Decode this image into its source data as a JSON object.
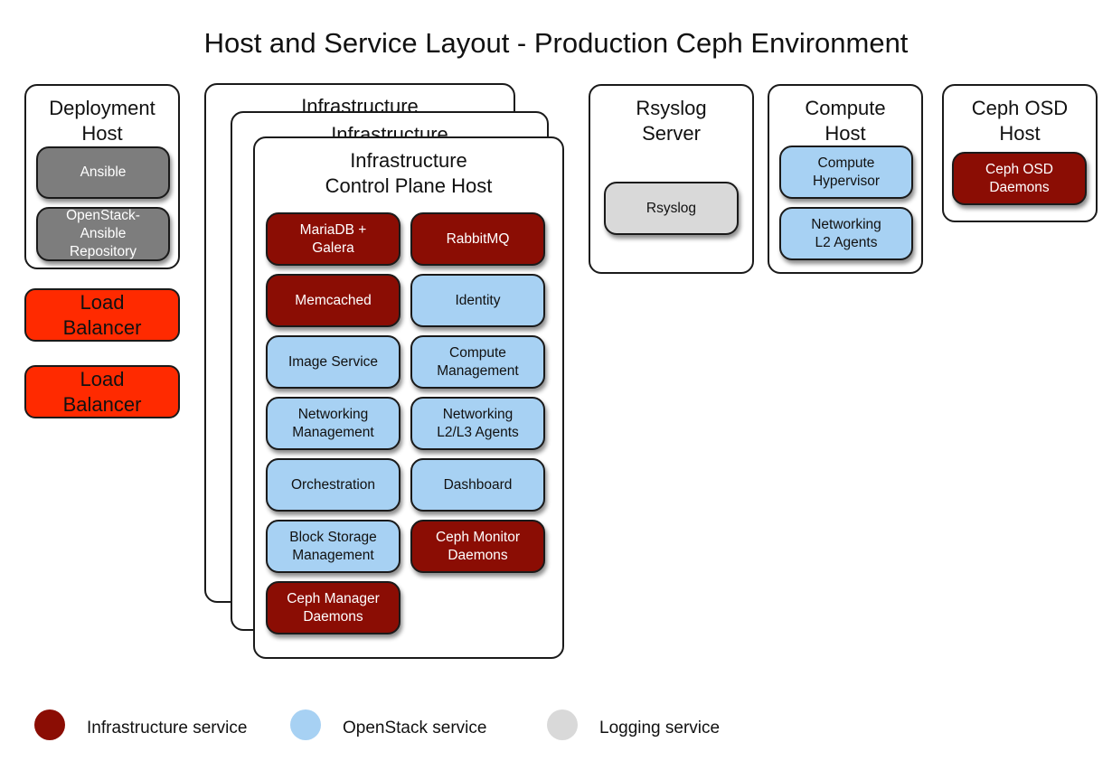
{
  "title": "Host and Service Layout - Production Ceph Environment",
  "colors": {
    "infrastructure": "#8b0d04",
    "openstack": "#a7d1f3",
    "logging": "#d9d9d9",
    "deployment": "#7d7d7d",
    "load_balancer": "#ff2a00"
  },
  "deployment_host": {
    "title": "Deployment\nHost",
    "services": [
      "Ansible",
      "OpenStack-\nAnsible\nRepository"
    ]
  },
  "load_balancers": [
    "Load\nBalancer",
    "Load\nBalancer"
  ],
  "infra_stack": {
    "back_title_1": "Infrastructure",
    "back_title_2": "Infrastructure",
    "title": "Infrastructure\nControl Plane Host",
    "services": [
      {
        "label": "MariaDB +\nGalera",
        "kind": "infrastructure"
      },
      {
        "label": "RabbitMQ",
        "kind": "infrastructure"
      },
      {
        "label": "Memcached",
        "kind": "infrastructure"
      },
      {
        "label": "Identity",
        "kind": "openstack"
      },
      {
        "label": "Image Service",
        "kind": "openstack"
      },
      {
        "label": "Compute\nManagement",
        "kind": "openstack"
      },
      {
        "label": "Networking\nManagement",
        "kind": "openstack"
      },
      {
        "label": "Networking\nL2/L3 Agents",
        "kind": "openstack"
      },
      {
        "label": "Orchestration",
        "kind": "openstack"
      },
      {
        "label": "Dashboard",
        "kind": "openstack"
      },
      {
        "label": "Block Storage\nManagement",
        "kind": "openstack"
      },
      {
        "label": "Ceph Monitor\nDaemons",
        "kind": "infrastructure"
      },
      {
        "label": "Ceph Manager\nDaemons",
        "kind": "infrastructure"
      }
    ]
  },
  "rsyslog_server": {
    "title": "Rsyslog\nServer",
    "services": [
      "Rsyslog"
    ]
  },
  "compute_host": {
    "title": "Compute\nHost",
    "services": [
      "Compute\nHypervisor",
      "Networking\nL2 Agents"
    ]
  },
  "ceph_osd_host": {
    "title": "Ceph OSD\nHost",
    "services": [
      "Ceph OSD\nDaemons"
    ]
  },
  "legend": [
    {
      "label": "Infrastructure service",
      "color": "#8b0d04"
    },
    {
      "label": "OpenStack service",
      "color": "#a7d1f3"
    },
    {
      "label": "Logging service",
      "color": "#d9d9d9"
    }
  ]
}
